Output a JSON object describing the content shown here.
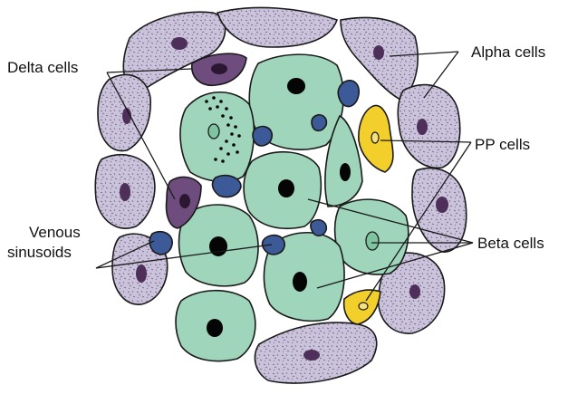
{
  "labels": {
    "delta": "Delta cells",
    "alpha": "Alpha cells",
    "pp": "PP cells",
    "beta": "Beta cells",
    "venous_line1": "Venous",
    "venous_line2": "sinusoids"
  },
  "colors": {
    "alpha": "#cbc3dc",
    "alpha_nucleus": "#4e2f5a",
    "beta": "#9fd5bb",
    "beta_nucleus": "#050505",
    "delta": "#6e4d7e",
    "pp": "#f3cf2c",
    "sinusoid": "#3c5a98",
    "outline": "#1a1a1a"
  }
}
